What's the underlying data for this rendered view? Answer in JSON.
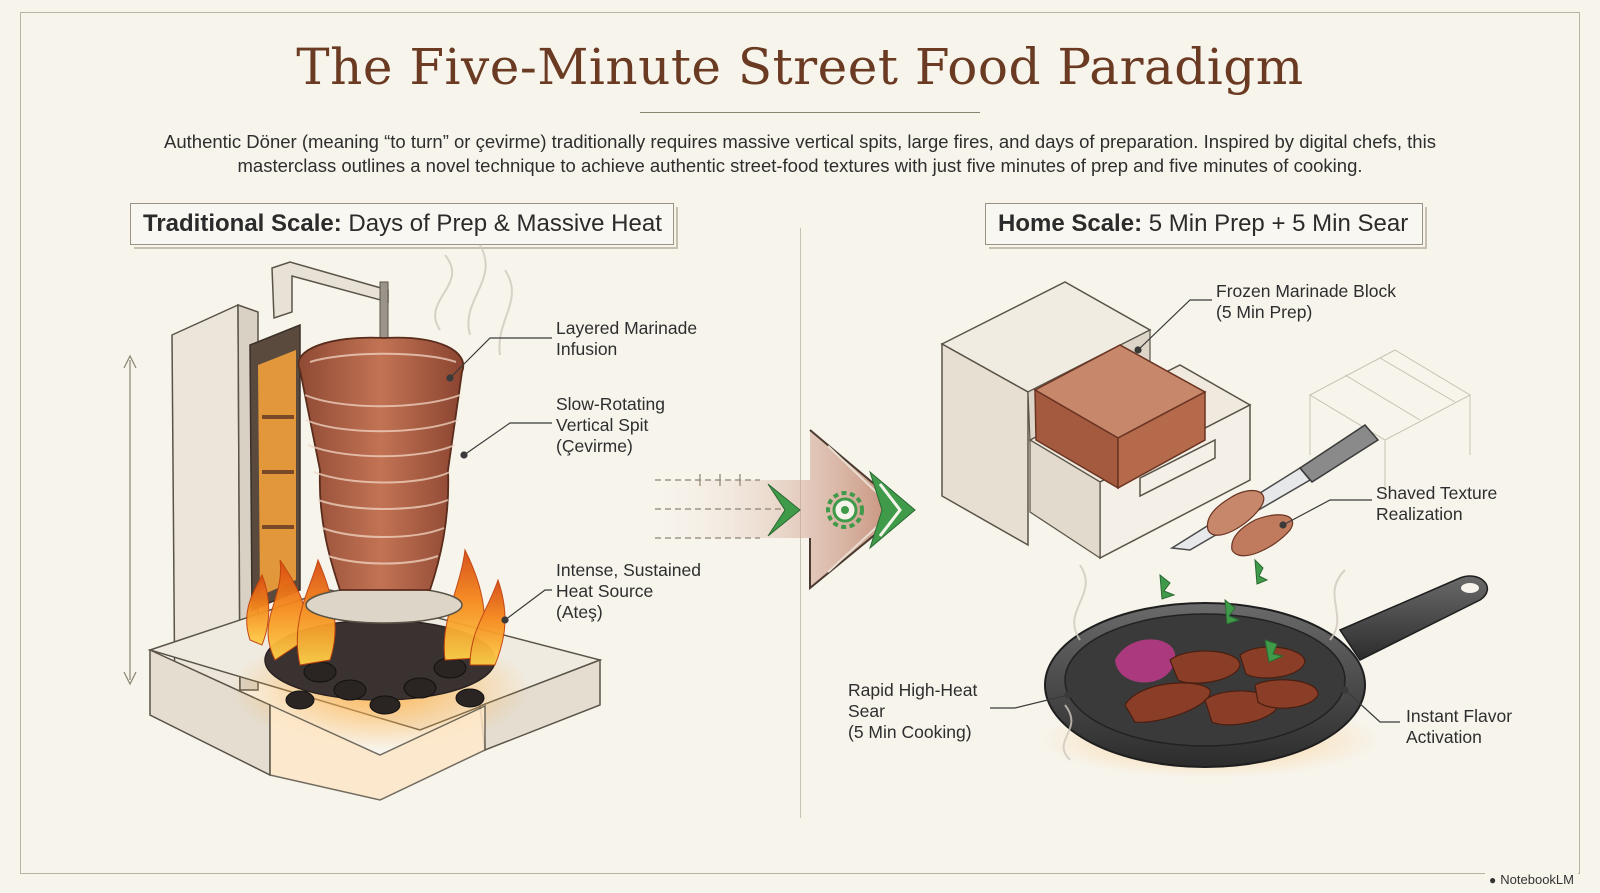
{
  "title": "The Five-Minute Street Food Paradigm",
  "intro": "Authentic Döner (meaning “to turn” or çevirme) traditionally requires massive vertical spits, large fires, and days of preparation. Inspired by digital chefs, this masterclass outlines a novel technique to achieve authentic street-food textures with just five minutes of prep and five minutes of cooking.",
  "left_panel": {
    "heading_bold": "Traditional Scale:",
    "heading_rest": " Days of Prep & Massive Heat",
    "labels": {
      "marinade": "Layered Marinade\nInfusion",
      "spit": "Slow-Rotating\nVertical Spit\n(Çevirme)",
      "heat": "Intense, Sustained\nHeat Source\n(Ateş)"
    }
  },
  "right_panel": {
    "heading_bold": "Home Scale:",
    "heading_rest": " 5 Min Prep + 5 Min Sear",
    "labels": {
      "frozen": "Frozen Marinade Block\n(5 Min Prep)",
      "shaved": "Shaved Texture\nRealization",
      "sear": "Rapid High-Heat\nSear\n(5 Min Cooking)",
      "flavor": "Instant Flavor\nActivation"
    }
  },
  "brand": "NotebookLM",
  "colors": {
    "title": "#6a3a22",
    "meat": "#b5664a",
    "fire": "#f39a1e",
    "arrow_green": "#3f9a4a",
    "pan": "#4a4a4a"
  },
  "icons": [
    "gear-icon",
    "notebooklm-logo-icon"
  ]
}
